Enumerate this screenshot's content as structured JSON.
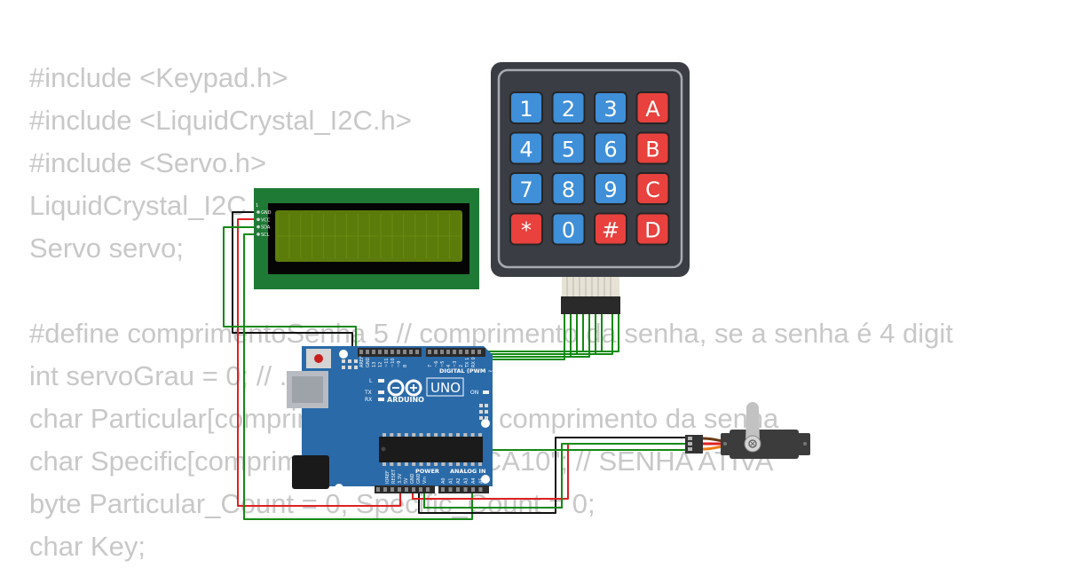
{
  "code_lines": [
    "#include <Keypad.h>",
    "#include <LiquidCrystal_I2C.h>",
    "#include <Servo.h>",
    "LiquidCrystal_I2C",
    "Servo servo;",
    "",
    "#define comprimentoSenha 5 // comprimento da senha, se a senha é 4 digit",
    "int servoGrau = 0; // ... servo",
    "char Particular[comprimentoSenha]; // comprimento da senha",
    "char Specific[comprimentoSenha] = \"CA10\"; // SENHA ATIVA",
    "byte Particular_Count = 0, Specific_Count = 0;",
    "char Key;"
  ],
  "keypad": {
    "keys": [
      {
        "label": "1",
        "type": "num"
      },
      {
        "label": "2",
        "type": "num"
      },
      {
        "label": "3",
        "type": "num"
      },
      {
        "label": "A",
        "type": "fn"
      },
      {
        "label": "4",
        "type": "num"
      },
      {
        "label": "5",
        "type": "num"
      },
      {
        "label": "6",
        "type": "num"
      },
      {
        "label": "B",
        "type": "fn"
      },
      {
        "label": "7",
        "type": "num"
      },
      {
        "label": "8",
        "type": "num"
      },
      {
        "label": "9",
        "type": "num"
      },
      {
        "label": "C",
        "type": "fn"
      },
      {
        "label": "*",
        "type": "fn"
      },
      {
        "label": "0",
        "type": "num"
      },
      {
        "label": "#",
        "type": "fn"
      },
      {
        "label": "D",
        "type": "fn"
      }
    ],
    "colors": {
      "num": "#3f8fd9",
      "fn": "#e8413e",
      "frame": "#3a3d44"
    }
  },
  "lcd": {
    "pins": [
      "GND",
      "VCC",
      "SDA",
      "SCL"
    ],
    "pin_number": "1",
    "colors": {
      "board": "#1f7a35",
      "screen": "#5b7c0a"
    }
  },
  "arduino": {
    "brand": "ARDUINO",
    "model": "UNO",
    "digital_label": "DIGITAL (PWM ~)",
    "power_label": "POWER",
    "analog_label": "ANALOG IN",
    "l_label": "L",
    "tx_label": "TX",
    "rx_label": "RX",
    "on_label": "ON",
    "top_pins": [
      "AREF",
      "GND",
      "13",
      "12",
      "~11",
      "~10",
      "~9",
      "8",
      "7",
      "~6",
      "~5",
      "4",
      "~3",
      "2",
      "TX 1",
      "RX 0"
    ],
    "power_pins": [
      "IOREF",
      "RESET",
      "3.3V",
      "5V",
      "GND",
      "GND",
      "Vin"
    ],
    "analog_pins": [
      "A0",
      "A1",
      "A2",
      "A3",
      "A4",
      "A5"
    ],
    "color": "#2a6aa8"
  },
  "wire_colors": {
    "green": "#138a13",
    "red": "#e02020",
    "black": "#111111",
    "orange": "#f07a14",
    "brown": "#6b3a12"
  }
}
